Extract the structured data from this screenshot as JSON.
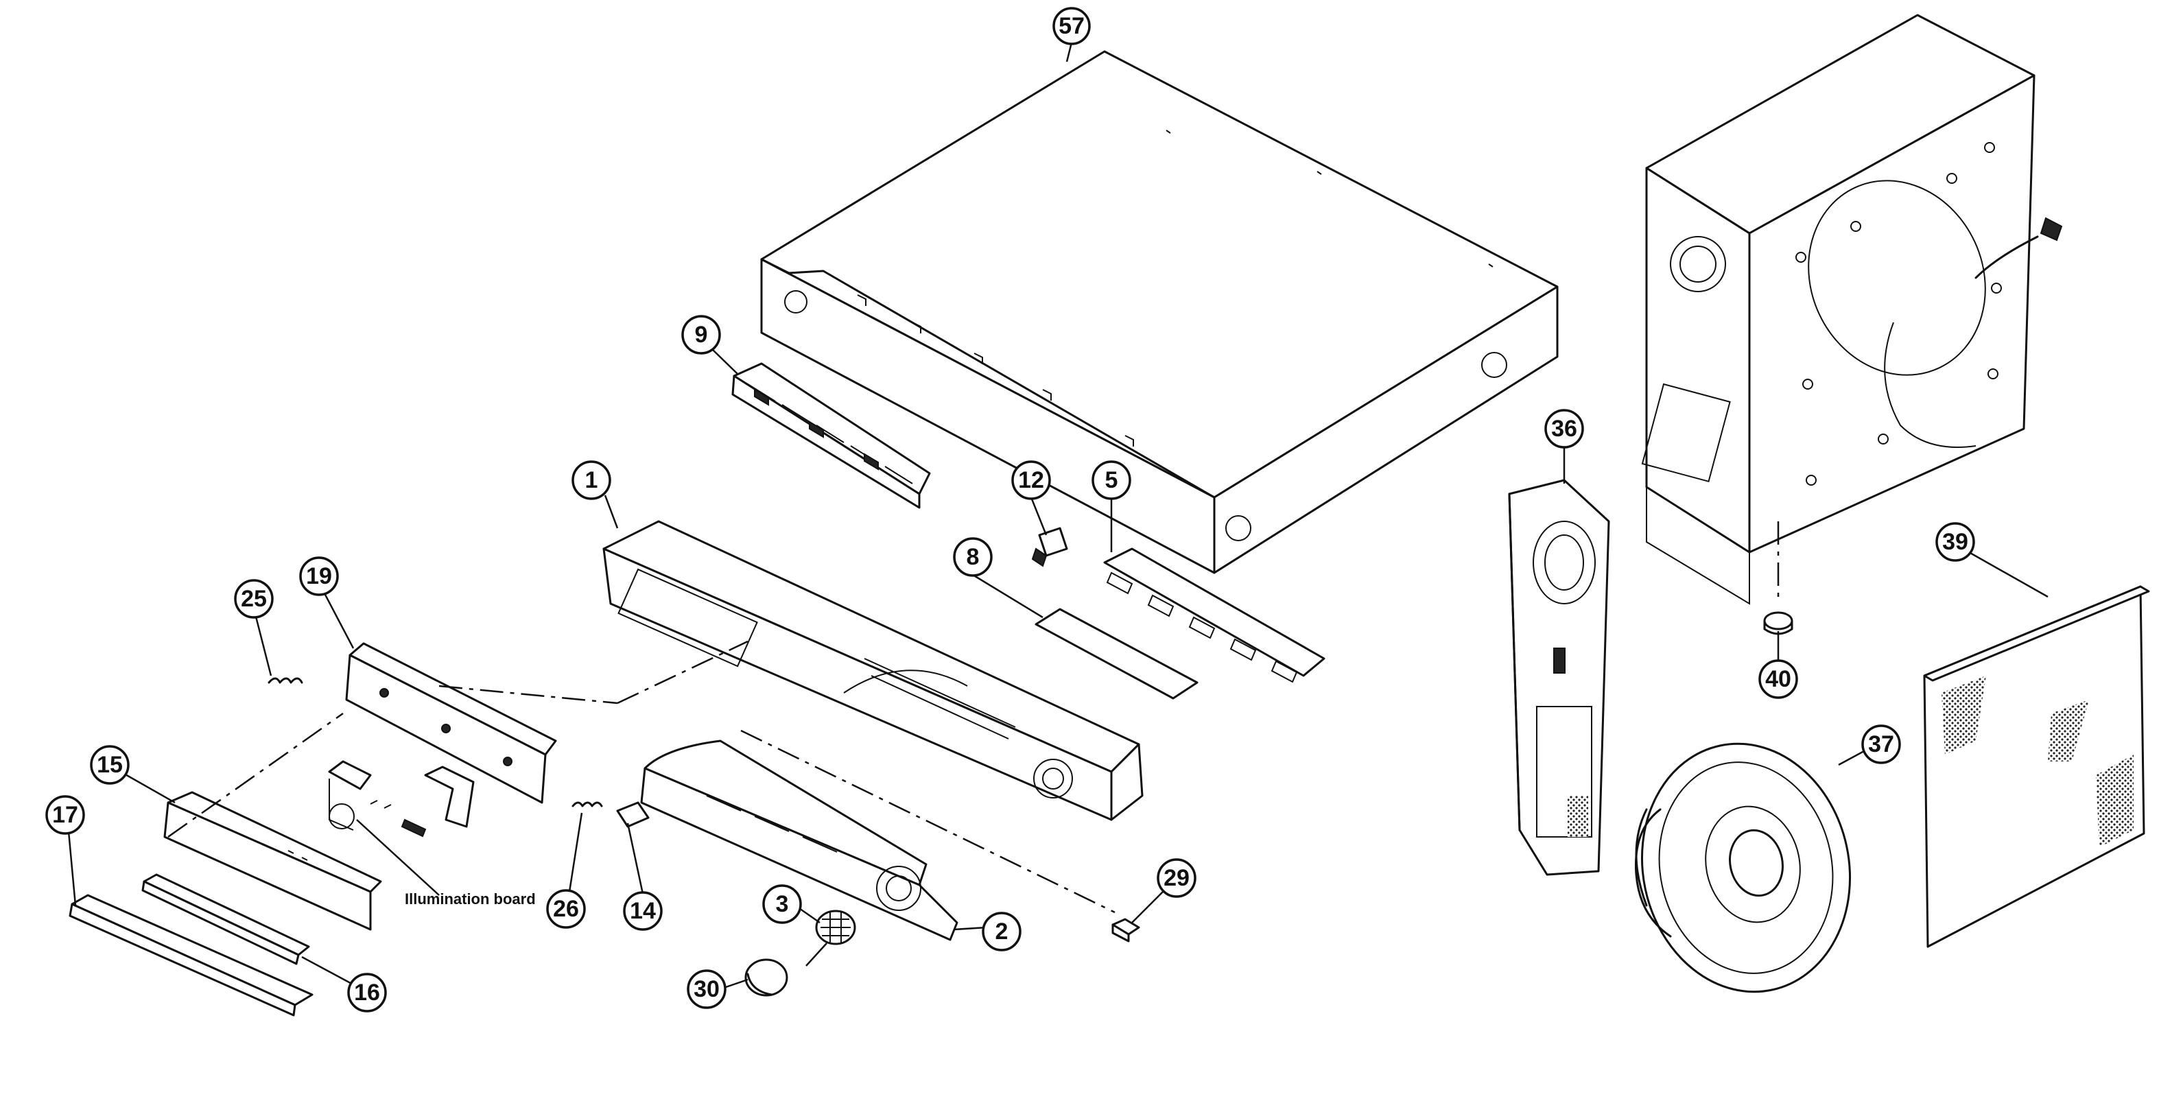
{
  "callouts": [
    {
      "id": "1",
      "label": "1"
    },
    {
      "id": "2",
      "label": "2"
    },
    {
      "id": "3",
      "label": "3"
    },
    {
      "id": "5",
      "label": "5"
    },
    {
      "id": "8",
      "label": "8"
    },
    {
      "id": "9",
      "label": "9"
    },
    {
      "id": "12",
      "label": "12"
    },
    {
      "id": "14",
      "label": "14"
    },
    {
      "id": "15",
      "label": "15"
    },
    {
      "id": "16",
      "label": "16"
    },
    {
      "id": "17",
      "label": "17"
    },
    {
      "id": "19",
      "label": "19"
    },
    {
      "id": "25",
      "label": "25"
    },
    {
      "id": "26",
      "label": "26"
    },
    {
      "id": "29",
      "label": "29"
    },
    {
      "id": "30",
      "label": "30"
    },
    {
      "id": "36",
      "label": "36"
    },
    {
      "id": "37",
      "label": "37"
    },
    {
      "id": "39",
      "label": "39"
    },
    {
      "id": "40",
      "label": "40"
    },
    {
      "id": "57",
      "label": "57"
    }
  ],
  "labels": {
    "illumination_board": "Illumination board"
  }
}
